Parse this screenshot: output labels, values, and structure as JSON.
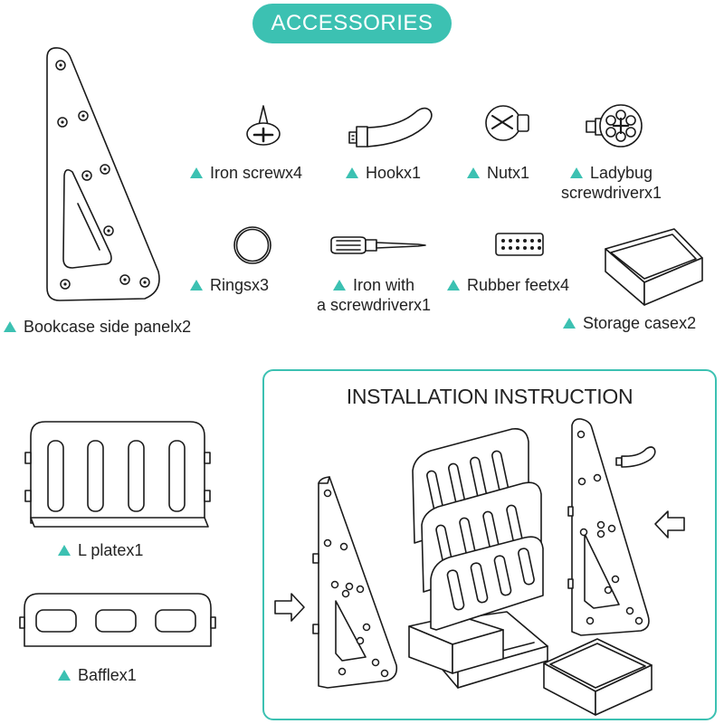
{
  "colors": {
    "accent": "#3cc1b2"
  },
  "header": {
    "title": "ACCESSORIES"
  },
  "accessories": {
    "iron_screw": "Iron screwx4",
    "hook": "Hookx1",
    "nut": "Nutx1",
    "ladybug_line1": "Ladybug",
    "ladybug_line2": "screwdriverx1",
    "rings": "Ringsx3",
    "iron_screwdriver_line1": "Iron with",
    "iron_screwdriver_line2": "a screwdriverx1",
    "rubber_feet": "Rubber feetx4",
    "storage_case": "Storage casex2",
    "side_panel": "Bookcase side panelx2",
    "l_plate": "L platex1",
    "baffle": "Bafflex1"
  },
  "installation": {
    "title": "INSTALLATION INSTRUCTION"
  },
  "icons": [
    "side-panel-icon",
    "screw-icon",
    "hook-icon",
    "nut-icon",
    "ladybug-screwdriver-icon",
    "ring-icon",
    "screwdriver-icon",
    "rubber-feet-icon",
    "storage-case-icon",
    "l-plate-icon",
    "baffle-icon",
    "arrow-right-icon",
    "arrow-left-icon"
  ]
}
